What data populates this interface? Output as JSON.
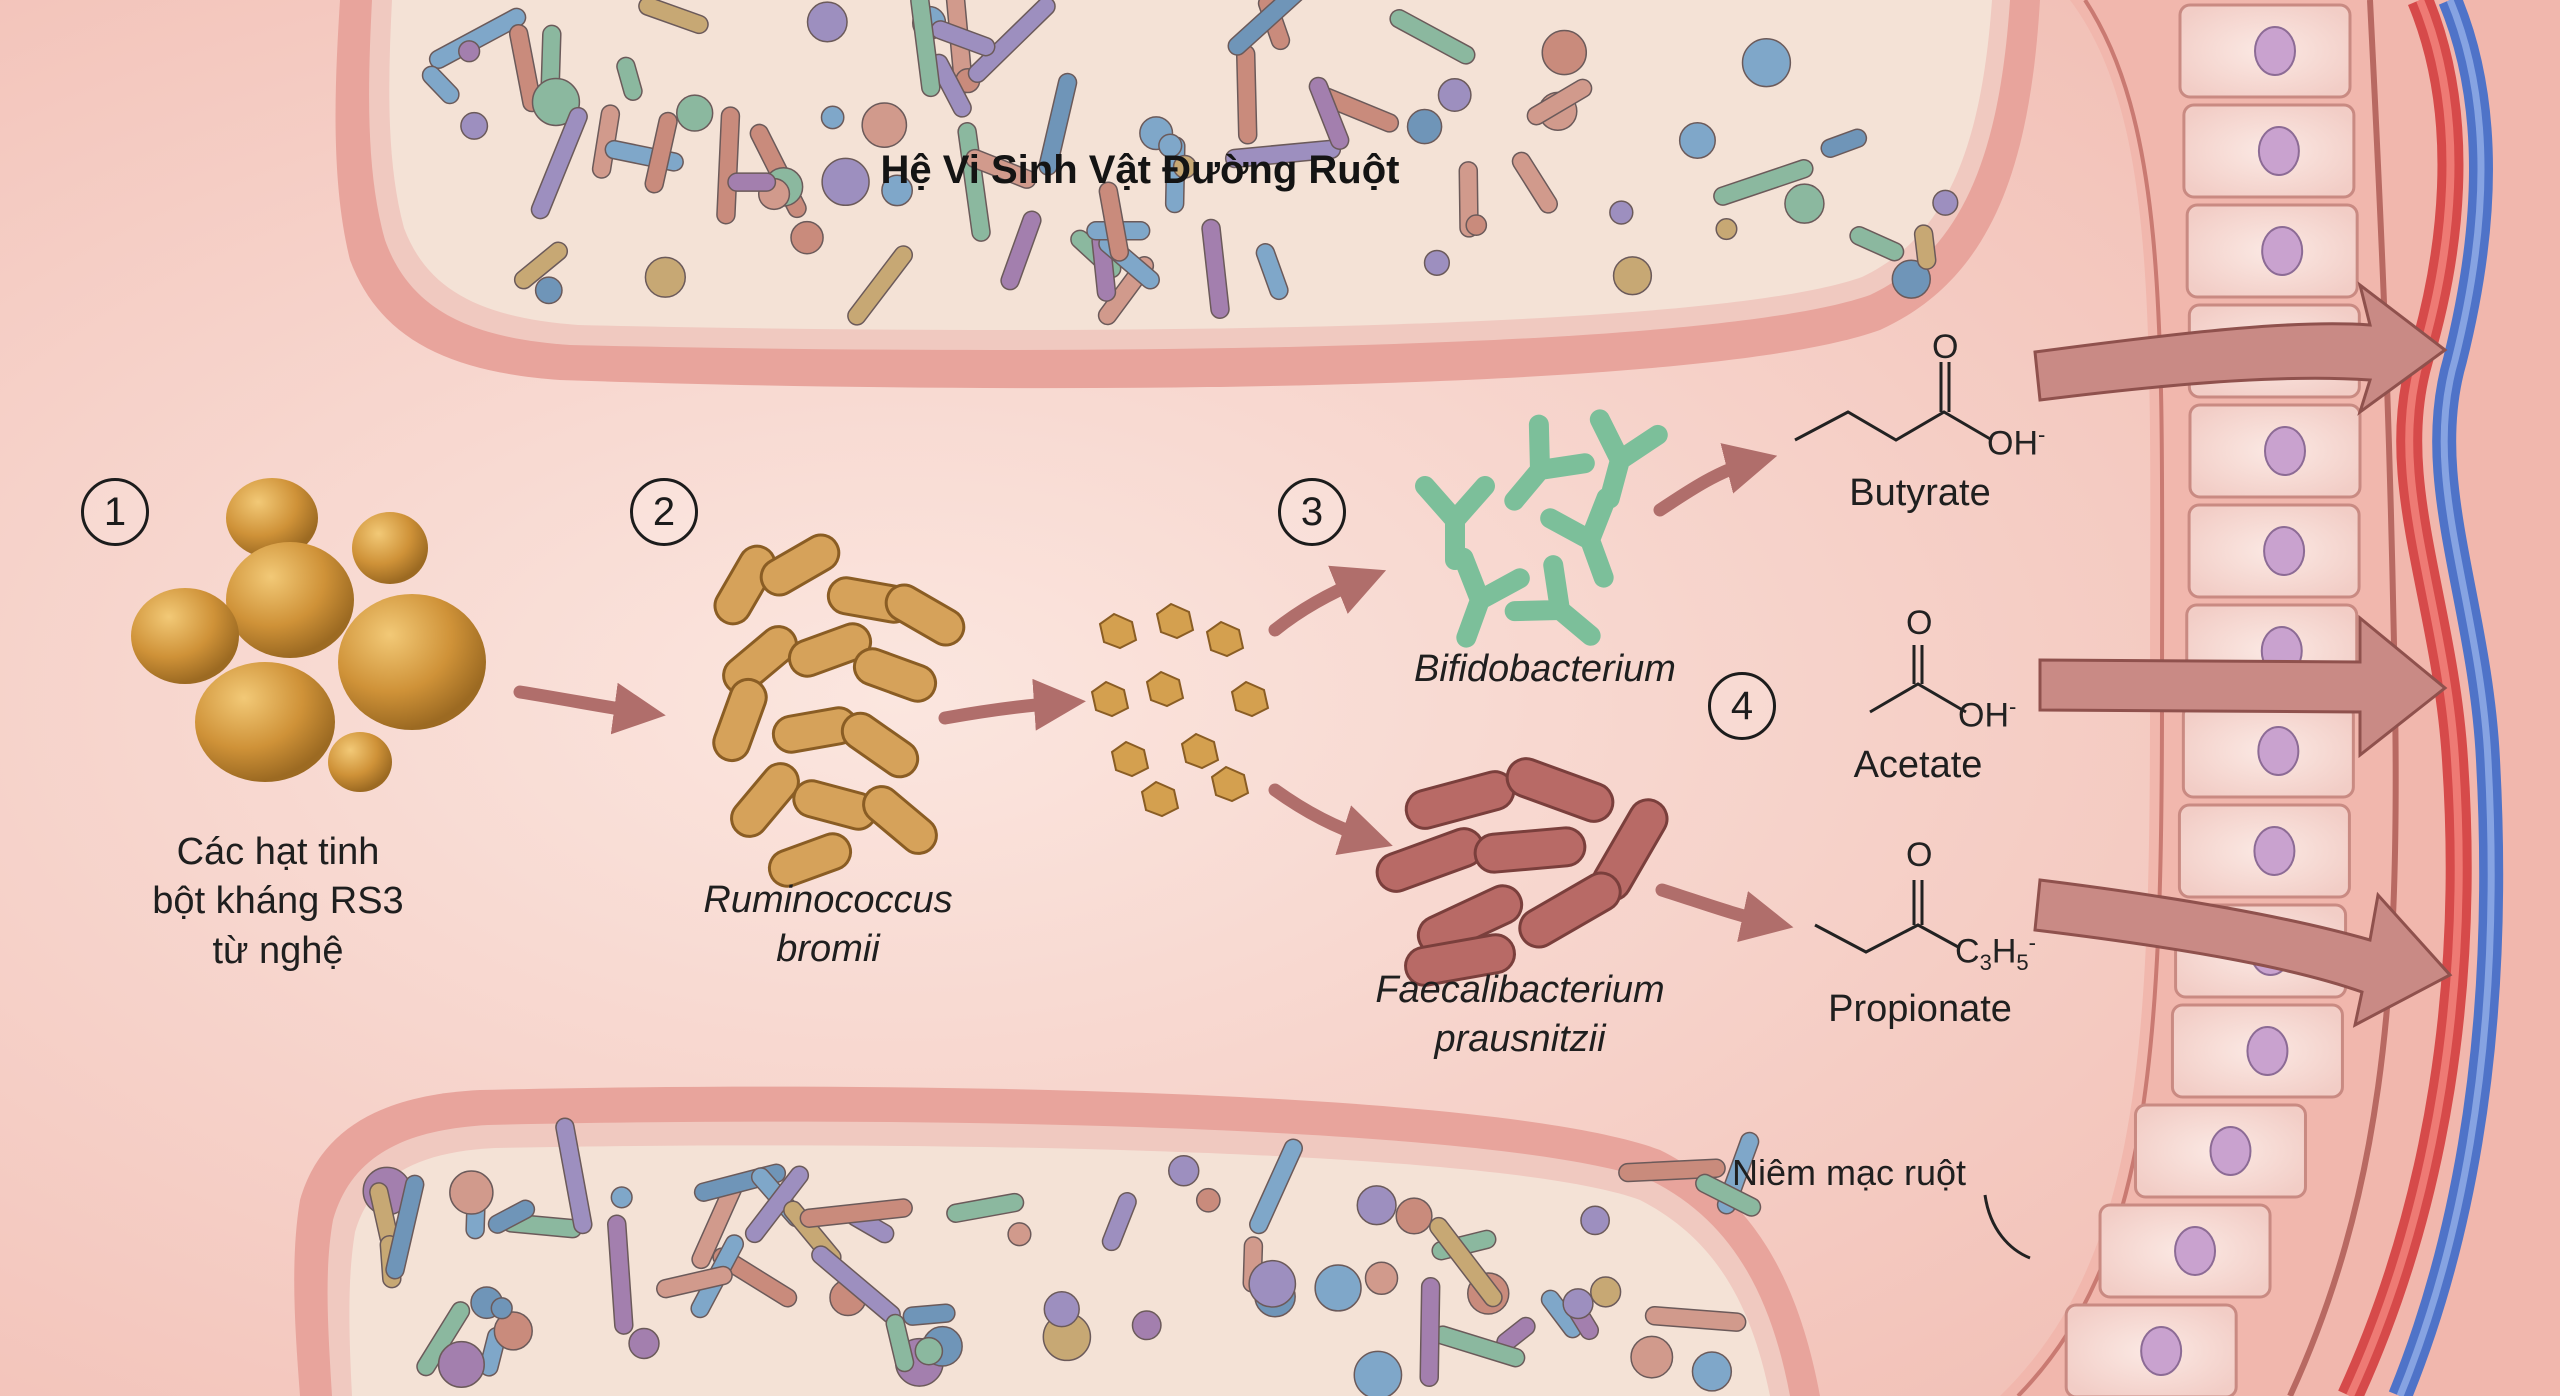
{
  "title": "Hệ Vi Sinh Vật Đường Ruột",
  "steps": [
    "1",
    "2",
    "3",
    "4"
  ],
  "starch_label": "Các hạt tinh\nbột kháng RS3\ntừ nghệ",
  "ruminococcus_label": "Ruminococcus\nbromii",
  "bifido_label": "Bifidobacterium",
  "faecali_label": "Faecalibacterium\nprausnitzii",
  "scfa": {
    "butyrate": "Butyrate",
    "acetate": "Acetate",
    "propionate": "Propionate"
  },
  "formula_text": {
    "oxygen": "O",
    "oh": "OH",
    "minus": "-",
    "c": "C",
    "three": "3",
    "h": "H",
    "five": "5"
  },
  "mucosa_label": "Niêm mạc ruột",
  "colors": {
    "lumen": "#f8ddd6",
    "wall": "#e59b95",
    "starch": "#c98b34",
    "bifido": "#7cbf9a",
    "faecali": "#b86a66",
    "artery": "#d64a4a",
    "vein": "#4f73c8",
    "arrow": "#b06e6b"
  }
}
